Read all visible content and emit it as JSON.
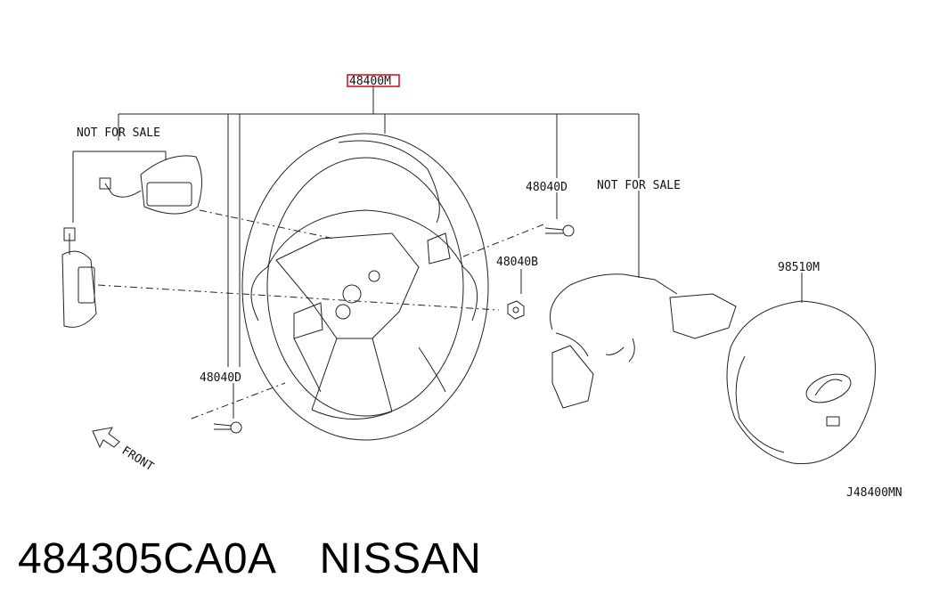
{
  "labels": {
    "main_part": "48400M",
    "not_for_sale_left": "NOT FOR SALE",
    "not_for_sale_right": "NOT FOR SALE",
    "bolt_upper": "48040D",
    "nut": "48040B",
    "bolt_lower": "48040D",
    "airbag": "98510M",
    "front": "FRONT",
    "diagram_code": "J48400MN"
  },
  "footer": {
    "part_number": "484305CA0A",
    "brand": "NISSAN"
  },
  "colors": {
    "line": "#222222",
    "highlight_box": "#e0001a"
  }
}
